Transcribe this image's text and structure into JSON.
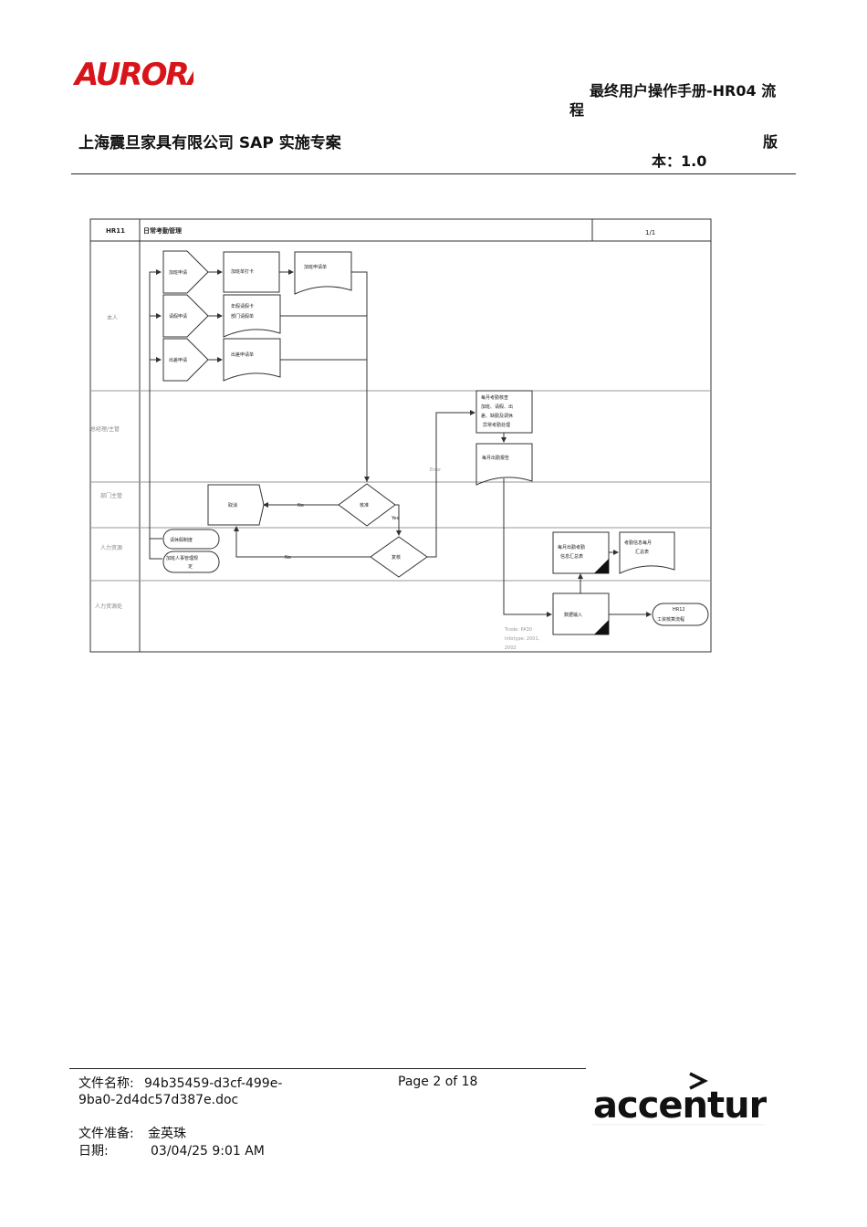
{
  "header": {
    "logo_text": "AURORA",
    "doc_title_line1": "最终用户操作手册-HR04 流",
    "doc_title_line2": "程",
    "company_title": "上海震旦家具有限公司 SAP 实施专案",
    "version_label": "版",
    "version_value": "本：1.0"
  },
  "diagram": {
    "code": "HR11",
    "name": "日常考勤管理",
    "page": "1/1",
    "lanes": [
      "本人",
      "总经理/主管",
      "部门主管",
      "人力资源",
      "人力资源处"
    ],
    "nodes": {
      "ot_apply": "加班申请",
      "leave_apply": "请假申请",
      "trip_apply": "出差申请",
      "ot_card": "加班单打卡",
      "ot_form": "加班申请单",
      "leave_form": "年假请假卡",
      "leave_form_2": "部门请假单",
      "trip_form": "出差申请单",
      "monthly_check": "每月考勤核查",
      "monthly_check_2": "加班、请假、出",
      "monthly_check_3": "差、缺勤及调休",
      "monthly_check_4": "异常考勤处理",
      "monthly_report": "每月出勤报告",
      "approve": "核准",
      "cancel": "取消",
      "review": "复核",
      "rule_1": "请休假制度",
      "rule_2": "加班人事管理规",
      "rule_2b": "定",
      "monthly_summary": "每月出勤考勤",
      "monthly_summary_2": "信息汇总表",
      "attendance_record": "考勤信息每月",
      "attendance_record_2": "汇总表",
      "data_entry": "数据输入",
      "hr12_code": "HR12",
      "hr12_name": "工资核算流程",
      "tcode": "Tcode: PA30",
      "infotype": "Infotype: 2001,",
      "infotype_2": "2002",
      "label_no_1": "No",
      "label_no_2": "No",
      "label_yes": "Yes",
      "label_error": "Error"
    }
  },
  "footer": {
    "file_name_label": "文件名称:",
    "file_name_value": "94b35459-d3cf-499e-",
    "file_name_value_2": "9ba0-2d4dc57d387e.doc",
    "page_indicator": "Page 2 of 18",
    "prepared_label": "文件准备:",
    "prepared_value": "金英珠",
    "date_label": "日期:",
    "date_value": "03/04/25 9:01 AM",
    "accenture_logo": "accenture"
  },
  "colors": {
    "aurora_red": "#d7141a",
    "text": "#111111",
    "diagram_line": "#333333",
    "lane_text": "#888888"
  },
  "icons": [
    "aurora-logo",
    "accenture-logo"
  ]
}
